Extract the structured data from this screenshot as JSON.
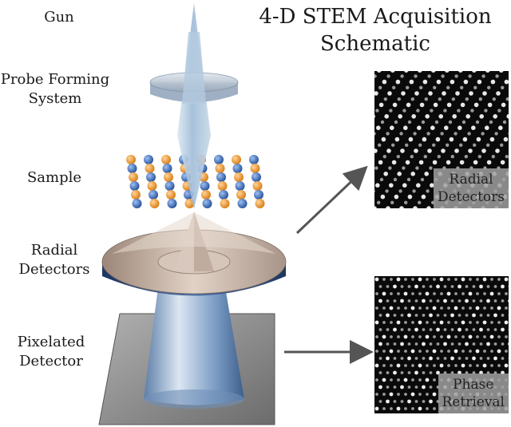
{
  "title_line1": "4-D STEM Acquisition",
  "title_line2": "Schematic",
  "labels": {
    "gun": "Gun",
    "probe_line1": "Probe Forming",
    "probe_line2": "System",
    "sample": "Sample",
    "radial_line1": "Radial",
    "radial_line2": "Detectors",
    "pixelated_line1": "Pixelated",
    "pixelated_line2": "Detector"
  },
  "panels": {
    "radial_line1": "Radial",
    "radial_line2": "Detectors",
    "phase_line1": "Phase",
    "phase_line2": "Retrieval"
  },
  "colors": {
    "beam": "#a9c4dc",
    "ring": "#b8c3d3",
    "atom_orange": "#f0962a",
    "atom_blue": "#3f72c4",
    "detector_top": "#c7b1a5",
    "detector_edge": "#2f4f86",
    "plate": "#8e8e8e",
    "arrow": "#555555"
  }
}
